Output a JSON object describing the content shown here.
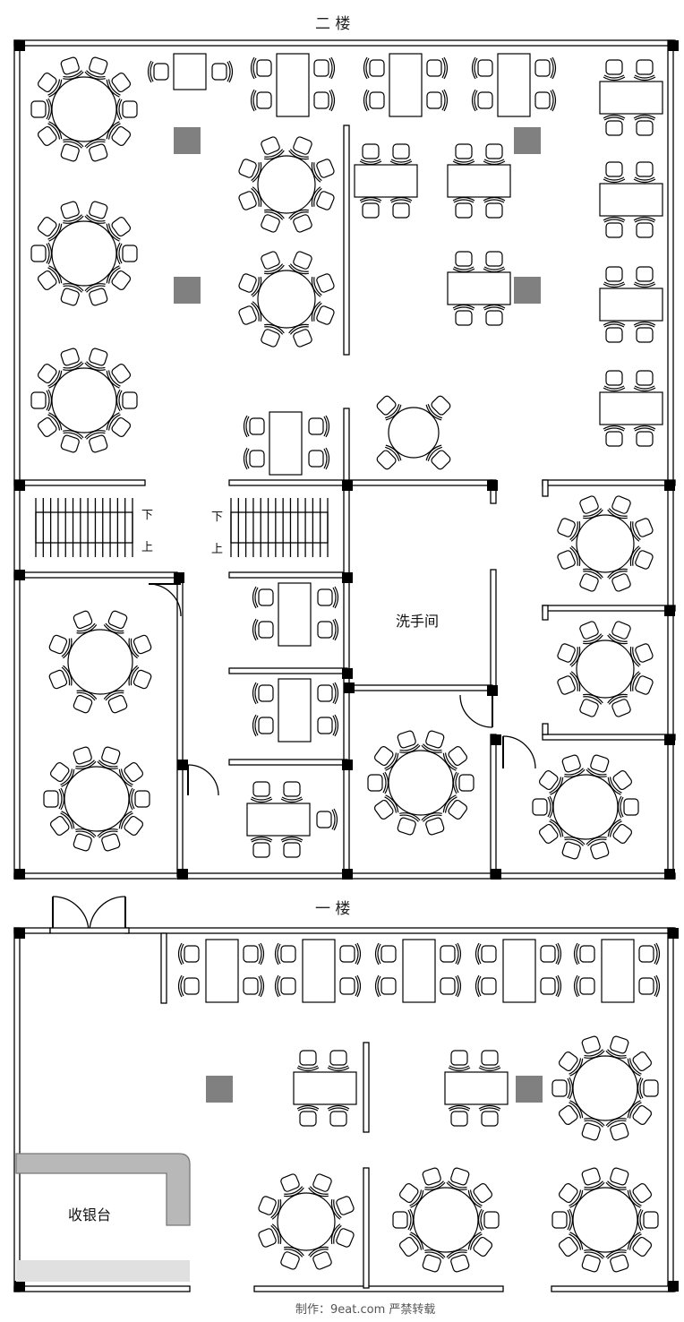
{
  "floors": {
    "second": {
      "title": "二 楼"
    },
    "first": {
      "title": "一 楼"
    }
  },
  "labels": {
    "restroom": "洗手间",
    "cashier": "收银台",
    "stair_down": "下",
    "stair_up": "上"
  },
  "footer": {
    "credit": "制作：9eat.com  严禁转载"
  },
  "colors": {
    "wall": "#000000",
    "pillar": "#808080",
    "counter": "#b8b8b8",
    "counter_light": "#e0e0e0"
  }
}
